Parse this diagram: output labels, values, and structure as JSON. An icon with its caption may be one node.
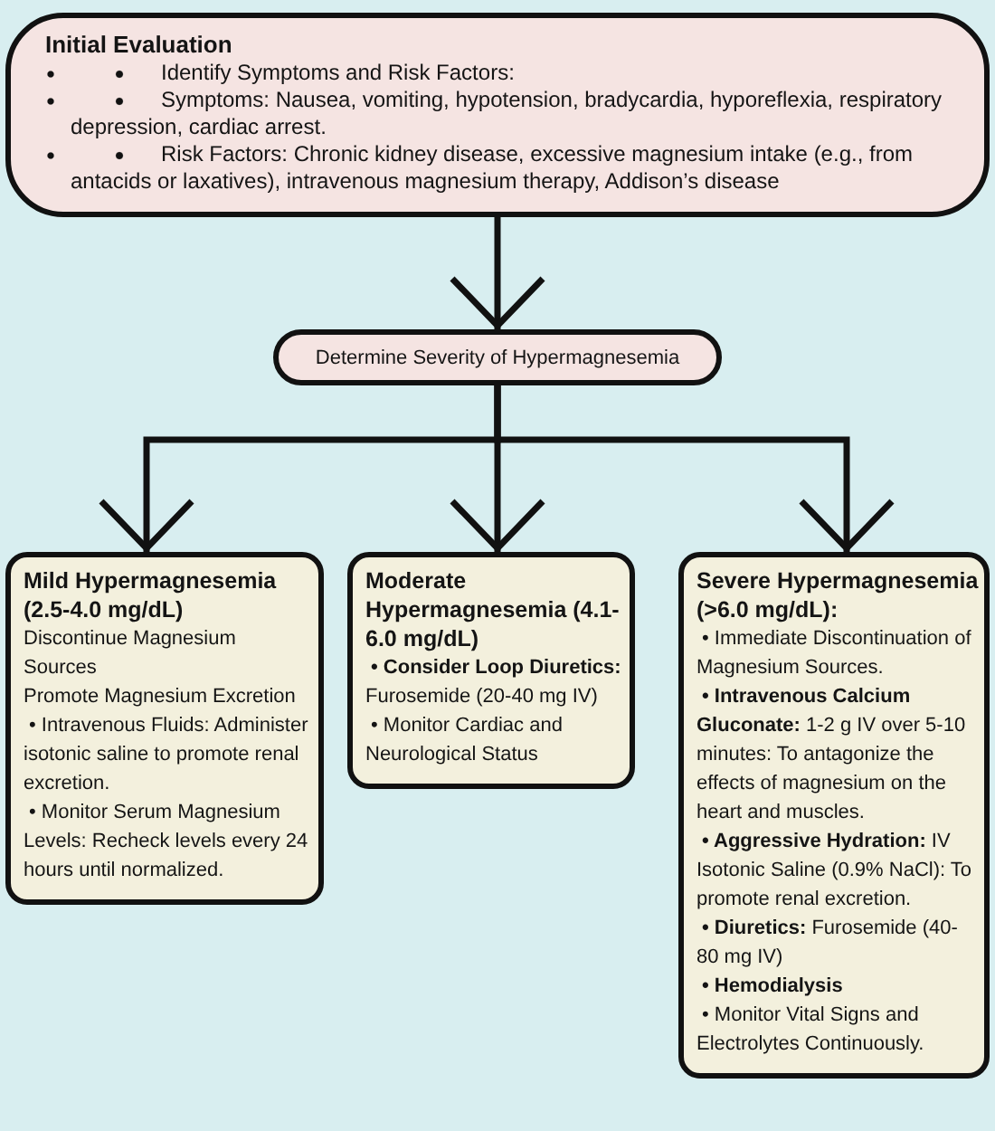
{
  "diagram": {
    "nodes": [
      {
        "text": [
          "Initial Evaluation",
          "Identify Symptoms and Risk Factors:",
          "Symptoms: Nausea, vomiting, hypotension, bradycardia, hyporeflexia, respiratory depression, cardiac arrest.",
          "Risk Factors: Chronic kidney disease, excessive magnesium intake (e.g., from antacids or laxatives), intravenous magnesium therapy, Addison’s disease"
        ]
      },
      {
        "text": [
          "Determine Severity of Hypermagnesemia"
        ]
      },
      {
        "text": [
          "Mild Hypermagnesemia (2.5-4.0 mg/dL)",
          "Discontinue Magnesium Sources",
          "Promote Magnesium Excretion",
          "• Intravenous Fluids: Administer isotonic saline to promote renal excretion.",
          "• Monitor Serum Magnesium Levels: Recheck levels every 24 hours until normalized."
        ]
      },
      {
        "text": [
          "Moderate Hypermagnesemia (4.1-6.0 mg/dL)",
          "**• Consider Loop Diuretics:** Furosemide (20-40 mg IV)",
          "• Monitor Cardiac and Neurological Status"
        ]
      },
      {
        "text": [
          "Severe Hypermagnesemia (>6.0 mg/dL):",
          "• Immediate Discontinuation of Magnesium Sources.",
          "**• Intravenous Calcium Gluconate:** 1-2 g IV over 5-10 minutes: To antagonize the effects of magnesium on the heart and muscles.",
          "**• Aggressive Hydration:** IV Isotonic Saline (0.9% NaCl): To promote renal excretion.",
          "**• Diuretics:** Furosemide (40-80 mg IV)",
          "• Hemodialysis",
          "• Monitor Vital Signs and Electrolytes Continuously."
        ]
      }
    ],
    "edges": [
      {
        "from": 0,
        "to": 1,
        "arrow": "to"
      },
      {
        "from": 1,
        "to": 2,
        "arrow": "to"
      },
      {
        "from": 1,
        "to": 3,
        "arrow": "to"
      },
      {
        "from": 1,
        "to": 4,
        "arrow": "to"
      }
    ]
  }
}
